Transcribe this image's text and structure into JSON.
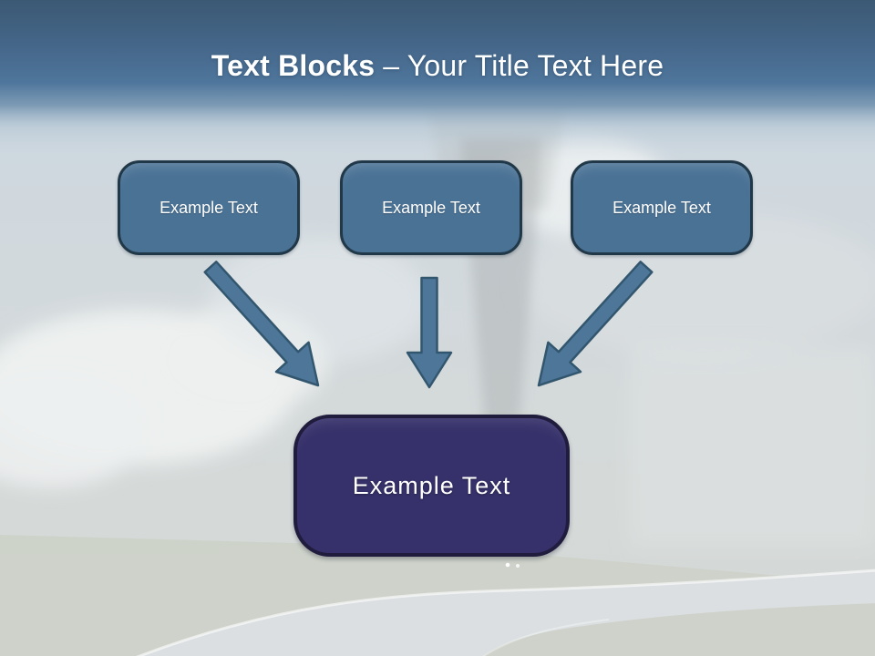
{
  "slide": {
    "title": {
      "primary": "Text Blocks",
      "secondary": "– Your Title Text Here"
    }
  },
  "diagram": {
    "top_boxes": [
      {
        "label": "Example Text"
      },
      {
        "label": "Example Text"
      },
      {
        "label": "Example Text"
      }
    ],
    "center_box": {
      "label": "Example Text"
    },
    "arrows": [
      {
        "icon": "arrow-down-right-icon"
      },
      {
        "icon": "arrow-down-icon"
      },
      {
        "icon": "arrow-down-left-icon"
      }
    ]
  },
  "colors": {
    "title_text": "#ffffff",
    "header_gradient_top": "#3c5974",
    "header_gradient_mid": "#4f769c",
    "top_box_fill": "#4a7295",
    "top_box_border": "#213848",
    "center_box_fill": "#36316a",
    "center_box_border": "#201c3d",
    "arrow_fill": "#4d7698",
    "arrow_stroke": "#33566f",
    "box_text": "#ffffff"
  }
}
